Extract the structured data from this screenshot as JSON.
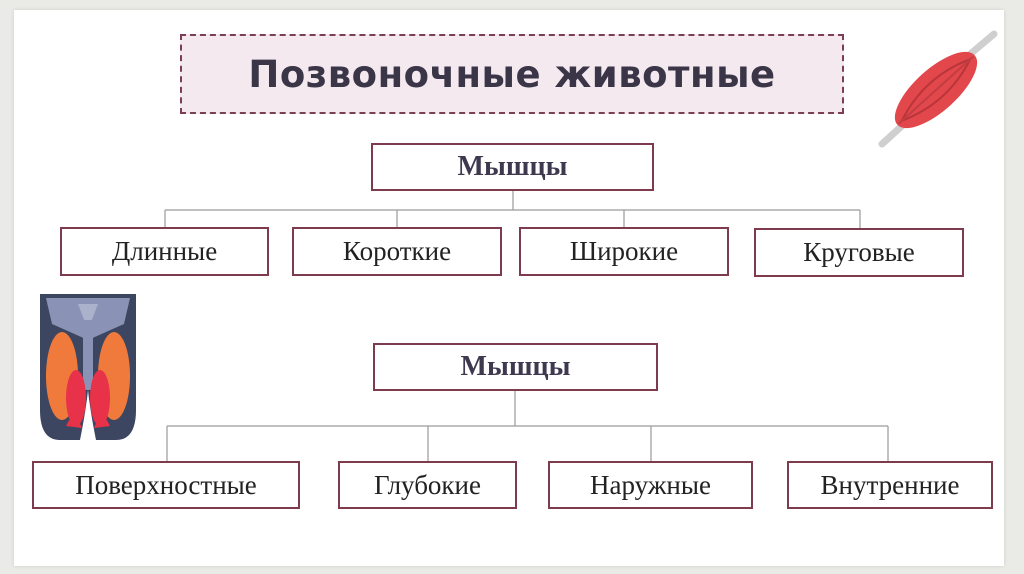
{
  "title": "Позвоночные животные",
  "group1": {
    "head": "Мышцы",
    "items": [
      "Длинные",
      "Короткие",
      "Широкие",
      "Круговые"
    ]
  },
  "group2": {
    "head": "Мышцы",
    "items": [
      "Поверхностные",
      "Глубокие",
      "Наружные",
      "Внутренние"
    ]
  },
  "icons": [
    "muscle-icon",
    "thigh-muscles-icon"
  ],
  "colors": {
    "box_border": "#7e3b4d",
    "title_bg": "#f3e9ee",
    "muscle_red": "#e2474b",
    "muscle_orange": "#f07a3c",
    "bone_blue": "#8a93b5"
  }
}
